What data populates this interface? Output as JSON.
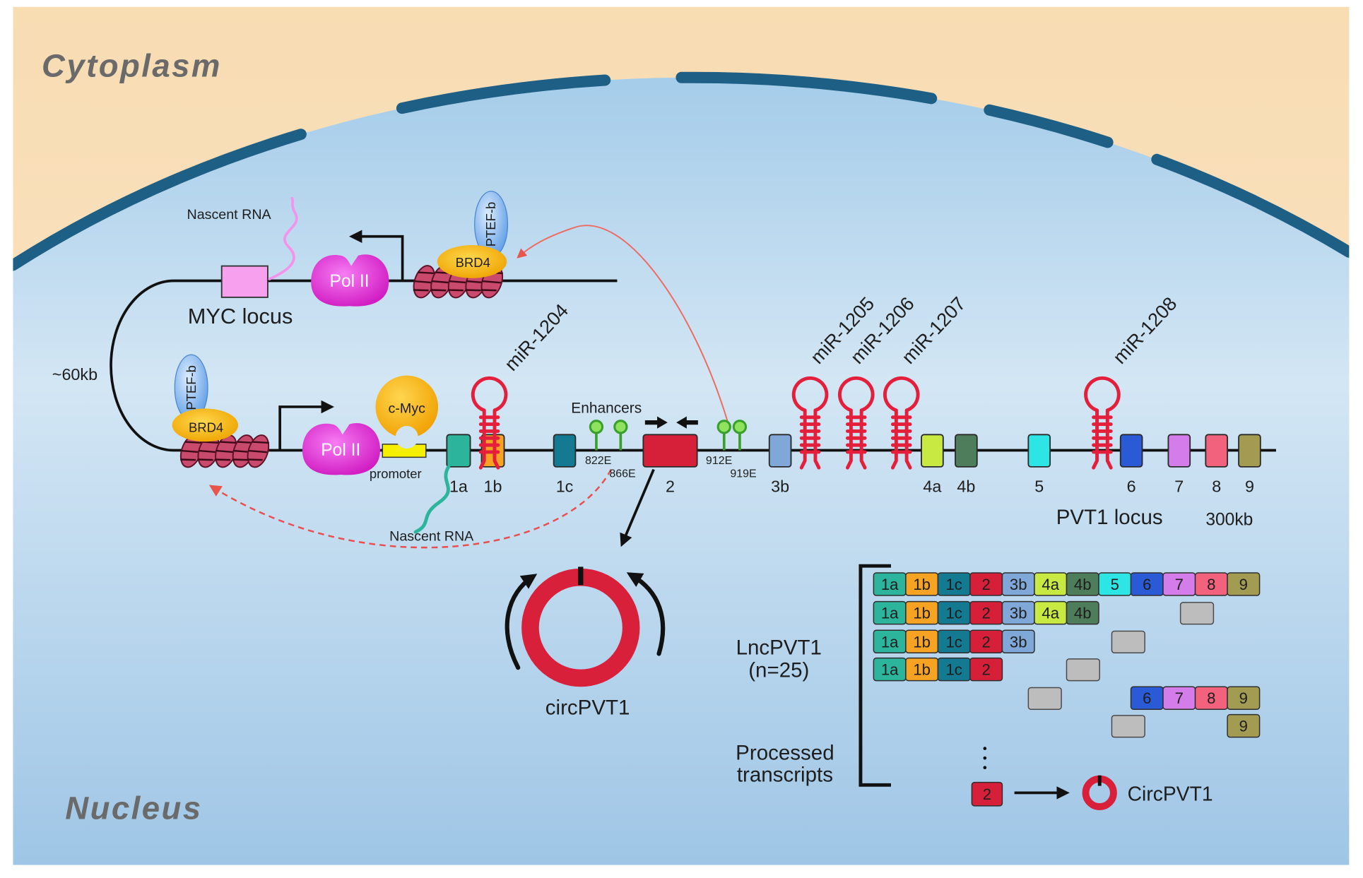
{
  "regions": {
    "cytoplasm": "Cytoplasm",
    "nucleus": "Nucleus"
  },
  "loop_distance": "~60kb",
  "myc_locus": {
    "label": "MYC locus",
    "nascent_rna": "Nascent RNA",
    "pol2": "Pol II",
    "brd4": "BRD4",
    "ptefb": "PTEF-b"
  },
  "pvt1_locus": {
    "label": "PVT1 locus",
    "size": "300kb",
    "ptefb": "PTEF-b",
    "brd4": "BRD4",
    "pol2": "Pol II",
    "cmyc": "c-Myc",
    "promoter": "promoter",
    "nascent_rna": "Nascent RNA",
    "enhancers_label": "Enhancers",
    "enhancers": [
      "822E",
      "866E",
      "912E",
      "919E"
    ],
    "mirnas": [
      "miR-1204",
      "miR-1205",
      "miR-1206",
      "miR-1207",
      "miR-1208"
    ],
    "exons": [
      {
        "label": "1a",
        "color": "#2db49c"
      },
      {
        "label": "1b",
        "color": "#f6a324"
      },
      {
        "label": "1c",
        "color": "#137a92"
      },
      {
        "label": "2",
        "color": "#d6203a"
      },
      {
        "label": "3b",
        "color": "#7fa7d8"
      },
      {
        "label": "4a",
        "color": "#c8e942"
      },
      {
        "label": "4b",
        "color": "#4e7d5b"
      },
      {
        "label": "5",
        "color": "#2ee5e6"
      },
      {
        "label": "6",
        "color": "#2b5ad6"
      },
      {
        "label": "7",
        "color": "#d47ce9"
      },
      {
        "label": "8",
        "color": "#f3627c"
      },
      {
        "label": "9",
        "color": "#a39b52"
      }
    ]
  },
  "circ": {
    "label": "circPVT1",
    "color": "#d8203a"
  },
  "transcripts": {
    "lnc_label": "LncPVT1",
    "lnc_count": "(n=25)",
    "processed_line1": "Processed",
    "processed_line2": "transcripts",
    "rows": [
      [
        "1a",
        "1b",
        "1c",
        "2",
        "3b",
        "4a",
        "4b",
        "5",
        "6",
        "7",
        "8",
        "9"
      ],
      [
        "1a",
        "1b",
        "1c",
        "2",
        "3b",
        "4a",
        "4b"
      ],
      [
        "1a",
        "1b",
        "1c",
        "2",
        "3b"
      ],
      [
        "1a",
        "1b",
        "1c",
        "2"
      ],
      [
        "6",
        "7",
        "8",
        "9"
      ],
      [
        "9"
      ]
    ],
    "circ_source": "2",
    "circ_label": "CircPVT1"
  }
}
